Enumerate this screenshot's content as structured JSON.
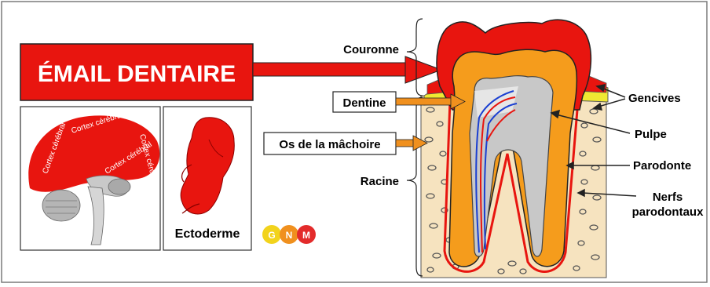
{
  "title_banner": "ÉMAIL DENTAIRE",
  "panels": {
    "brain": {
      "cortex_labels": [
        "Cortex cérébral",
        "Cortex cérébral",
        "Cortex cérébral",
        "Cortex cérébral"
      ]
    },
    "embryo": {
      "caption": "Ectoderme"
    }
  },
  "logo": {
    "letters": [
      "G",
      "N",
      "M"
    ],
    "colors": [
      "#f2d31c",
      "#f0901e",
      "#e32b2b"
    ]
  },
  "tooth_labels": {
    "couronne": "Couronne",
    "racine": "Racine",
    "dentine": "Dentine",
    "os": "Os de la mâchoire",
    "gencives": "Gencives",
    "pulpe": "Pulpe",
    "parodonte": "Parodonte",
    "nerfs_line1": "Nerfs",
    "nerfs_line2": "parodontaux"
  },
  "colors": {
    "enamel": "#e8150f",
    "dentin": "#f59c1c",
    "pulp": "#c8c8c8",
    "bone": "#f6e3bf",
    "gum": "#f0e832",
    "arrow_orange": "#f0901e"
  }
}
